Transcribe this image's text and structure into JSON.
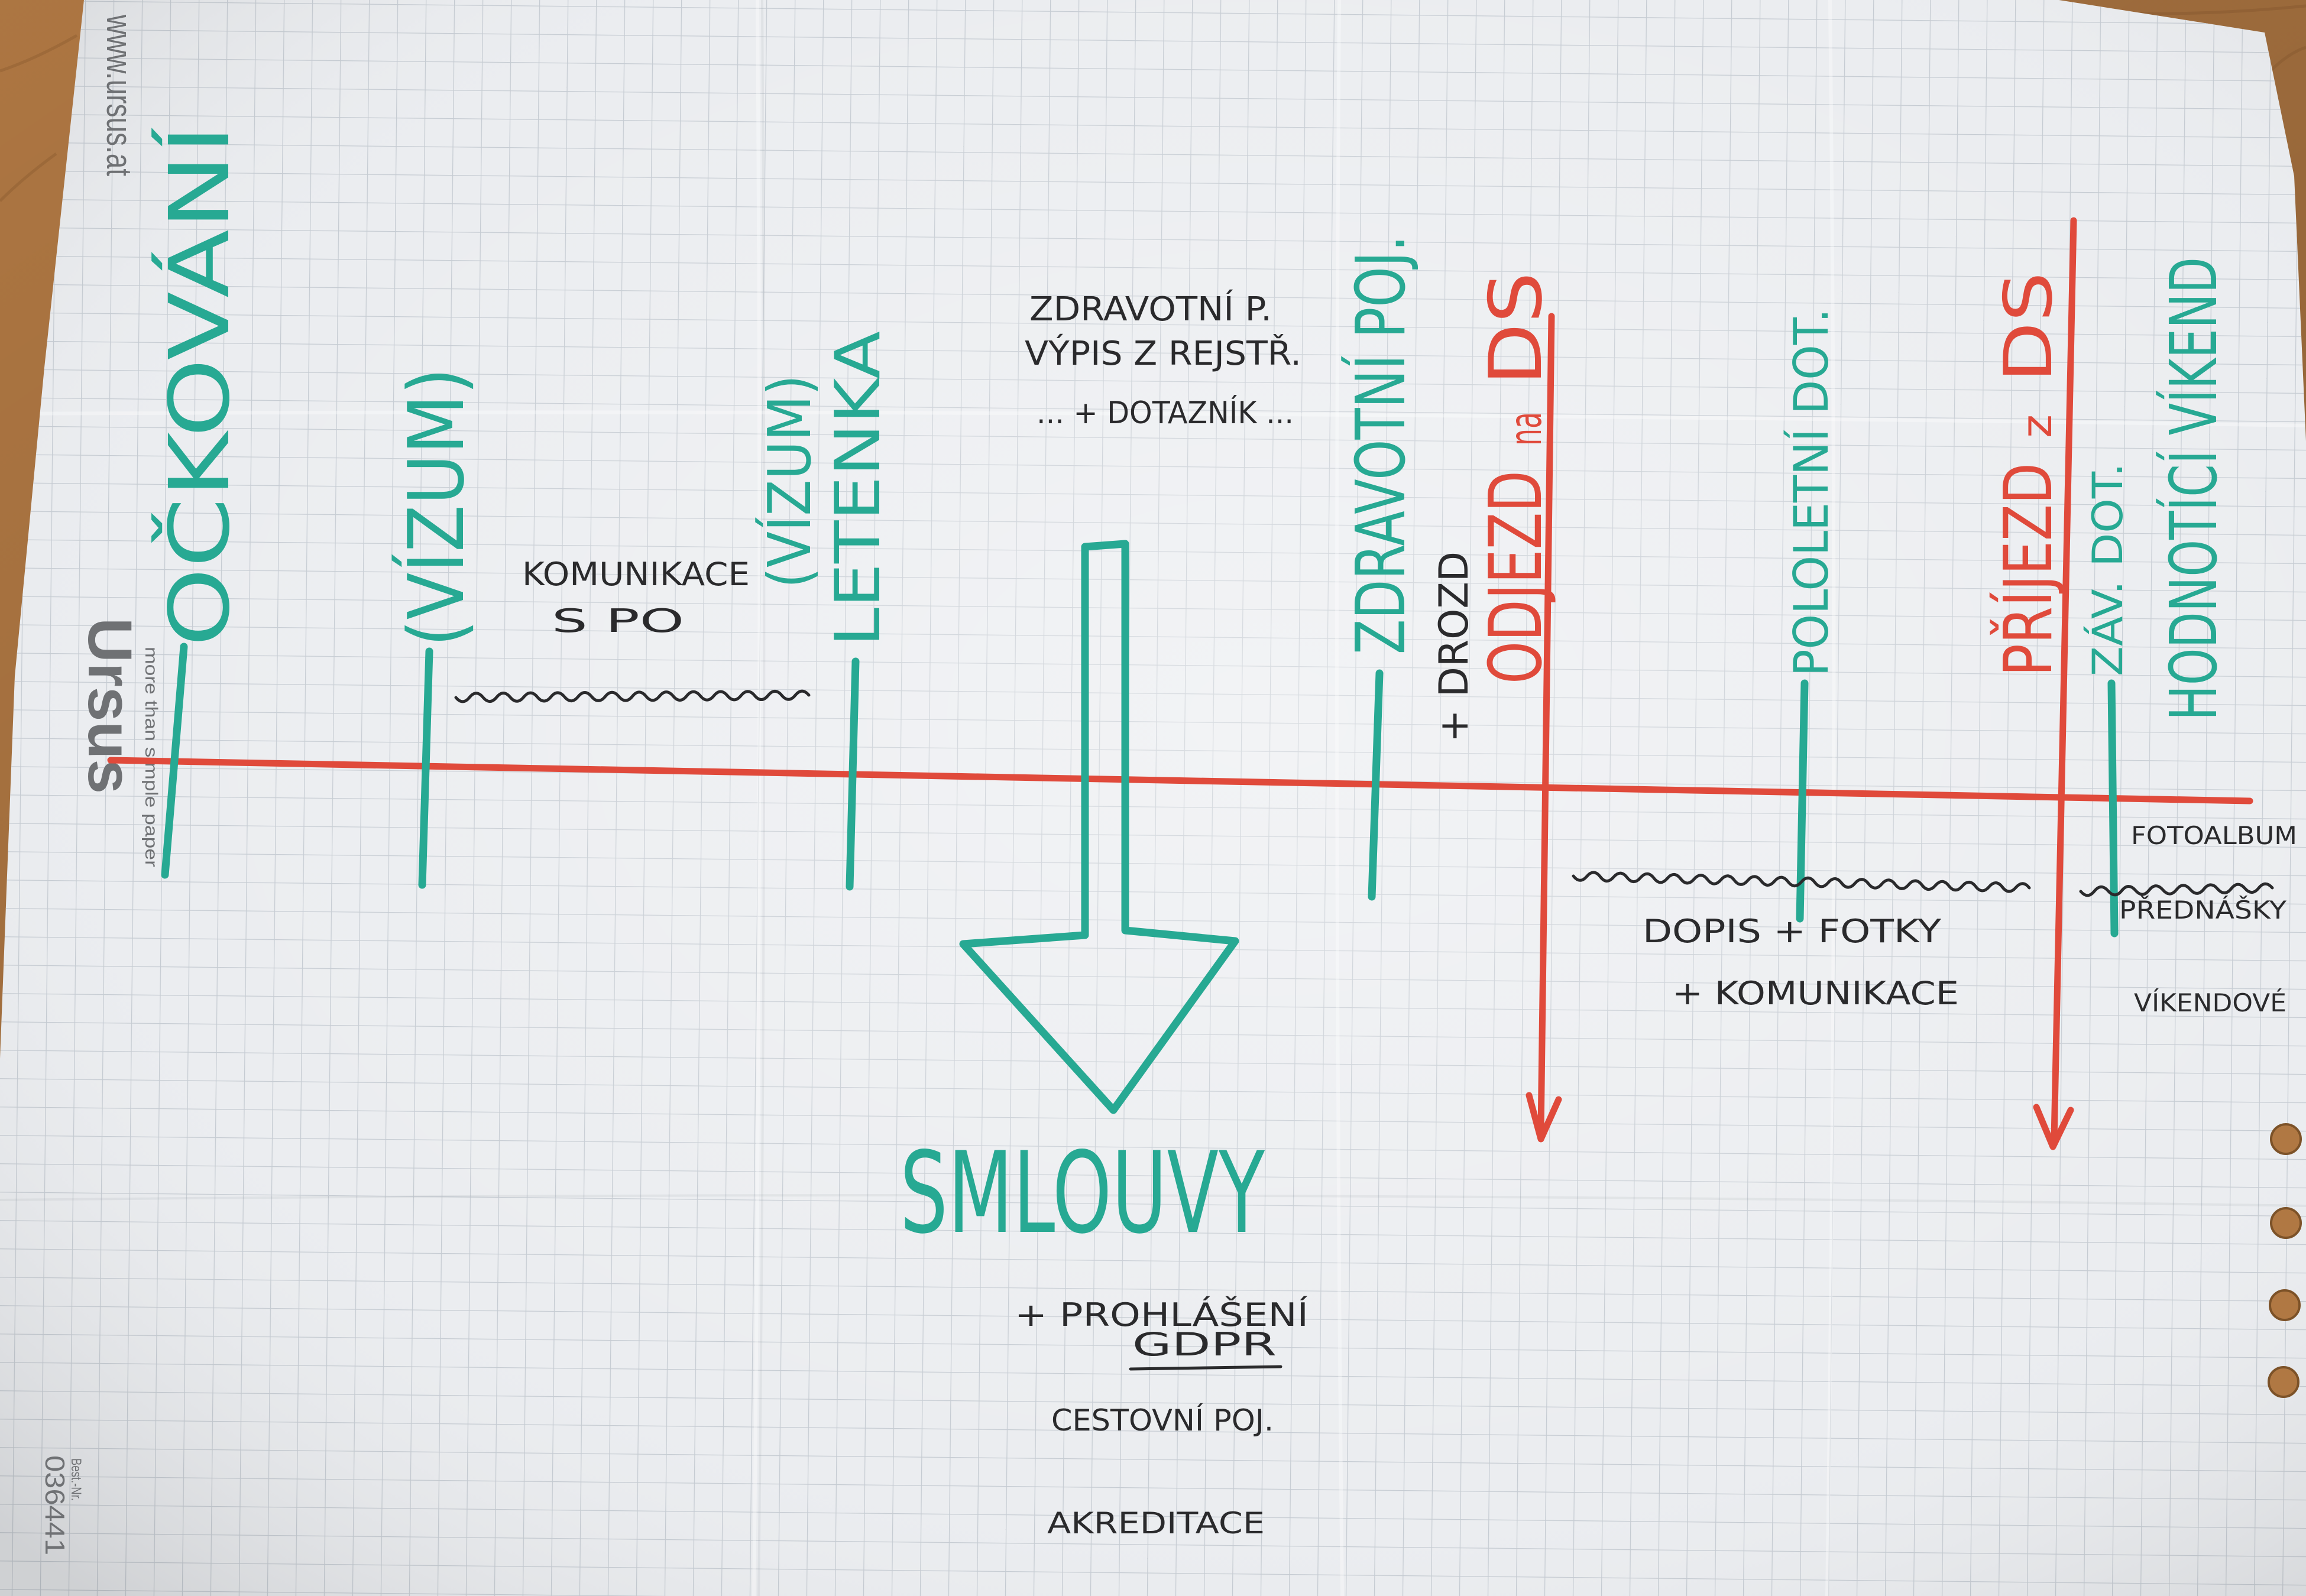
{
  "paper": {
    "brand_url": "www.ursus.at",
    "brand_logo": "Ursus",
    "brand_tagline": "more than simple paper",
    "article_label": "Best.-Nr.",
    "article_number": "036441"
  },
  "colors": {
    "wood": "#b07843",
    "paper": "#ebedf0",
    "grid": "#c5cbd2",
    "marker_green": "#27a993",
    "marker_red": "#e04a3b",
    "marker_black": "#2a2a2c",
    "print_gray": "#6f7174"
  },
  "timeline": {
    "milestones": [
      {
        "label": "OČKOVÁNÍ"
      },
      {
        "label": "(VÍZUM)"
      },
      {
        "label": "(VÍZUM)"
      },
      {
        "label": "LETENKA"
      },
      {
        "label": "ZDRAVOTNÍ POJ."
      },
      {
        "label": "POLOLETNÍ DOT."
      },
      {
        "label": "ZÁV. DOT."
      },
      {
        "label": "HODNOTÍCÍ VÍKEND"
      }
    ],
    "departure": {
      "word": "ODJEZD",
      "connector": "na",
      "place": "DS",
      "note": "+ DROZD"
    },
    "arrival": {
      "word": "PŘÍJEZD",
      "connector": "z",
      "place": "DS"
    }
  },
  "notes": {
    "communication": [
      "KOMUNIKACE",
      "S PO"
    ],
    "documents": [
      "ZDRAVOTNÍ P.",
      "VÝPIS Z REJSTŘ.",
      "... + DOTAZNÍK ..."
    ],
    "contracts": {
      "title": "SMLOUVY",
      "items": [
        "+ PROHLÁŠENÍ",
        "GDPR",
        "CESTOVNÍ POJ.",
        "AKREDITACE"
      ]
    },
    "letters": [
      "DOPIS + FOTKY",
      "+ KOMUNIKACE"
    ],
    "closing": [
      "FOTOALBUM",
      "PŘEDNÁŠKY",
      "VÍKENDOVÉ"
    ]
  }
}
